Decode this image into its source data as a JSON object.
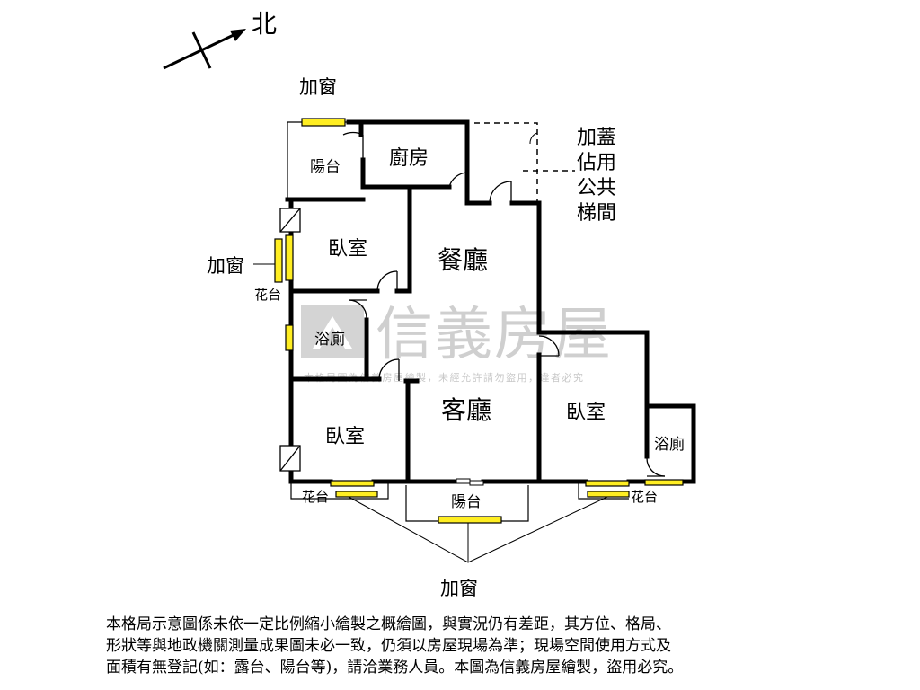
{
  "compass": {
    "label": "北"
  },
  "rooms": {
    "balcony_nw": "陽台",
    "kitchen": "廚房",
    "bedroom_1": "臥室",
    "dining": "餐廳",
    "bath_1": "浴廁",
    "bedroom_2": "臥室",
    "living": "客廳",
    "bedroom_3": "臥室",
    "bath_2": "浴廁",
    "balcony_s": "陽台"
  },
  "annotations": {
    "window_top": "加窗",
    "window_left": "加窗",
    "window_bottom": "加窗",
    "planter_1": "花台",
    "planter_2": "花台",
    "planter_3": "花台",
    "stair": [
      "加蓋",
      "佔用",
      "公共",
      "梯間"
    ]
  },
  "watermark": {
    "brand": "信義房屋",
    "notice": "本格局圖為信義房屋繪製，未經允許請勿盜用，違者必究"
  },
  "footer": {
    "lines": [
      "本格局示意圖係未依一定比例縮小繪製之概繪圖，與實況仍有差距，其方位、格局、",
      "形狀等與地政機關測量成果圖未必一致，仍須以房屋現場為準；現場空間使用方式及",
      "面積有無登記(如：露台、陽台等)，請洽業務人員。本圖為信義房屋繪製，盜用必究。"
    ]
  },
  "colors": {
    "wall": "#000000",
    "window_fill": "#ffee22",
    "watermark": "#cfcfcf",
    "background": "#ffffff"
  }
}
